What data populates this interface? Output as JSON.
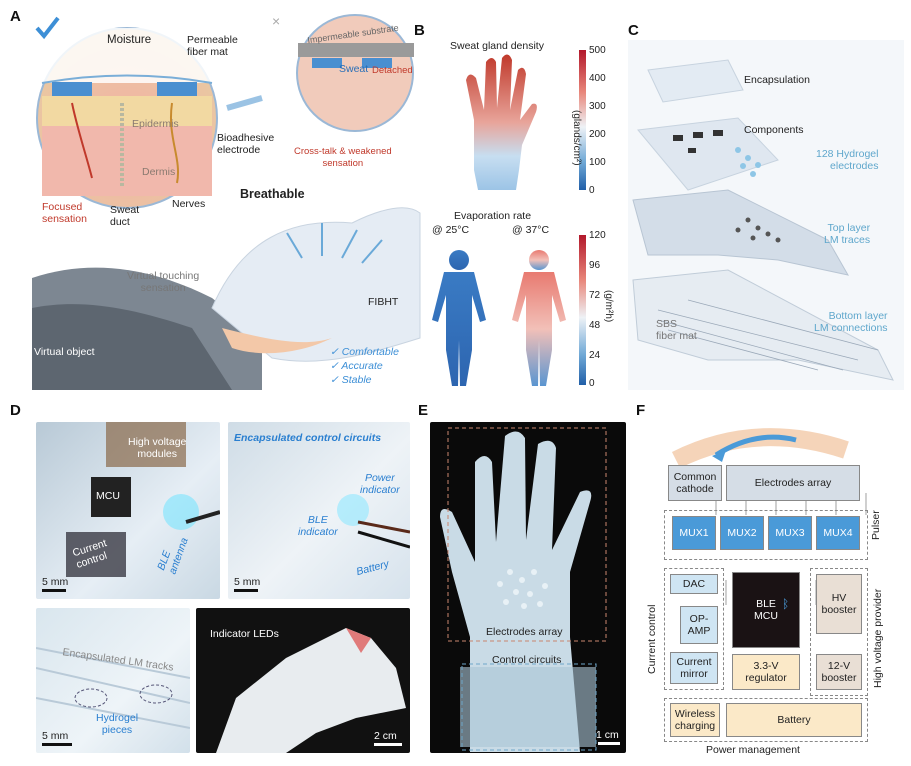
{
  "panels": {
    "A": {
      "label": "A",
      "moisture": "Moisture",
      "permeable": "Permeable\nfiber mat",
      "impermeable": "Impermeable substrate",
      "sweat": "Sweat",
      "detached": "Detached",
      "epidermis": "Epidermis",
      "dermis": "Dermis",
      "bioadhesive": "Bioadhesive\nelectrode",
      "crosstalk": "Cross-talk & weakened\nsensation",
      "focused": "Focused\nsensation",
      "sweat_duct": "Sweat\nduct",
      "nerves": "Nerves",
      "breathable": "Breathable",
      "virtual_touch": "Virtual touching\nsensation",
      "fibht": "FIBHT",
      "virtual_object": "Virtual object",
      "checks": [
        "Comfortable",
        "Accurate",
        "Stable"
      ]
    },
    "B": {
      "label": "B",
      "title1": "Sweat gland density",
      "cbar1_ticks": [
        "500",
        "400",
        "300",
        "200",
        "100",
        "0"
      ],
      "cbar1_unit": "(glands/cm²)",
      "title2": "Evaporation rate",
      "temp1": "@ 25°C",
      "temp2": "@ 37°C",
      "cbar2_ticks": [
        "120",
        "96",
        "72",
        "48",
        "24",
        "0"
      ],
      "cbar2_unit": "(g/m²h)"
    },
    "C": {
      "label": "C",
      "encapsulation": "Encapsulation",
      "components": "Components",
      "hydrogel": "128 Hydrogel\nelectrodes",
      "toplayer": "Top layer\nLM traces",
      "bottomlayer": "Bottom layer\nLM connections",
      "sbs": "SBS\nfiber mat"
    },
    "D": {
      "label": "D",
      "hv": "High voltage\nmodules",
      "mcu": "MCU",
      "current": "Current\ncontrol",
      "ble": "BLE\nantenna",
      "scale1": "5 mm",
      "encap_title": "Encapsulated control circuits",
      "power": "Power\nindicator",
      "ble_ind": "BLE\nindicator",
      "battery": "Battery",
      "scale2": "5 mm",
      "lm_tracks": "Encapsulated LM tracks",
      "hydrogel_pieces": "Hydrogel\npieces",
      "scale3": "5 mm",
      "indicator_leds": "Indicator LEDs",
      "scale4": "2 cm"
    },
    "E": {
      "label": "E",
      "electrodes": "Electrodes array",
      "control": "Control circuits",
      "scale": "1 cm"
    },
    "F": {
      "label": "F",
      "common": "Common\ncathode",
      "electrodes": "Electrodes array",
      "mux": [
        "MUX1",
        "MUX2",
        "MUX3",
        "MUX4"
      ],
      "pulser": "Pulser",
      "dac": "DAC",
      "opamp": "OP-\nAMP",
      "mirror": "Current\nmirror",
      "ble_mcu": "BLE\nMCU",
      "hv_booster": "HV\nbooster",
      "reg": "3.3-V\nregulator",
      "booster12": "12-V\nbooster",
      "current_control": "Current control",
      "hv_provider": "High voltage provider",
      "wireless": "Wireless\ncharging",
      "battery": "Battery",
      "power_mgmt": "Power management"
    }
  }
}
